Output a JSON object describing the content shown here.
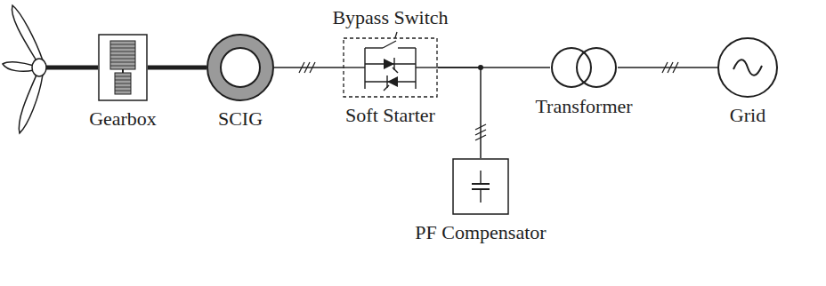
{
  "diagram": {
    "nodes": [
      {
        "text": [
          "Gearbox"
        ]
      },
      {
        "text": [
          "SCIG"
        ]
      },
      {
        "text": [
          "Bypass Switch",
          "Soft Starter"
        ]
      },
      {
        "text": [
          "Transformer"
        ]
      },
      {
        "text": [
          "Grid"
        ]
      },
      {
        "text": [
          "PF Compensator"
        ]
      }
    ],
    "edges": [
      {
        "from": 0,
        "to": 1,
        "arrow": "none"
      },
      {
        "from": 1,
        "to": 2,
        "arrow": "none"
      },
      {
        "from": 2,
        "to": 3,
        "arrow": "none"
      },
      {
        "from": 2,
        "to": 5,
        "arrow": "none"
      },
      {
        "from": 3,
        "to": 4,
        "arrow": "none"
      }
    ]
  }
}
